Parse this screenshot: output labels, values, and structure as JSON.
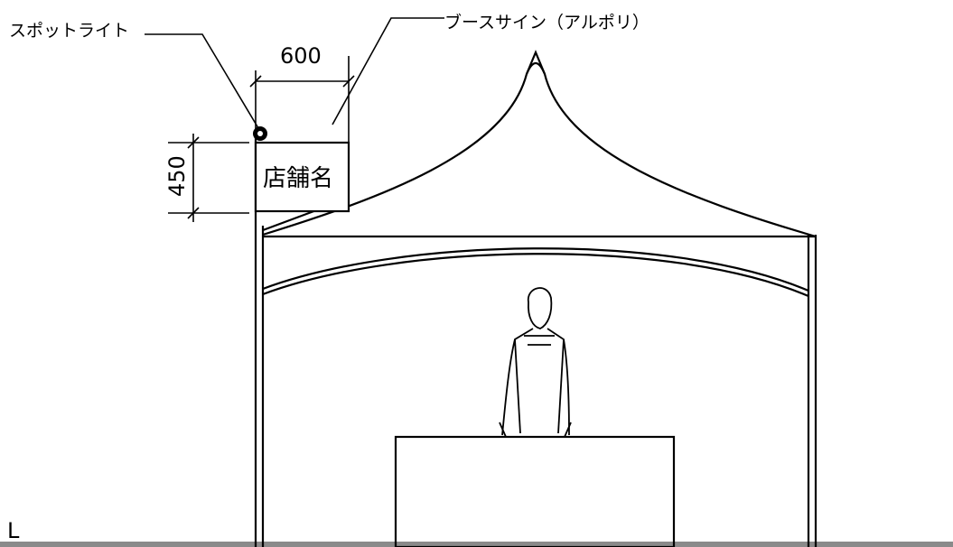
{
  "labels": {
    "spotlight": "スポットライト",
    "booth_sign": "ブースサイン（アルポリ）",
    "sign_text": "店舗名",
    "width_dim": "600",
    "height_dim": "450",
    "corner_mark": "L"
  },
  "colors": {
    "line": "#000000",
    "ground": "#8a8a8a",
    "background": "#ffffff"
  }
}
